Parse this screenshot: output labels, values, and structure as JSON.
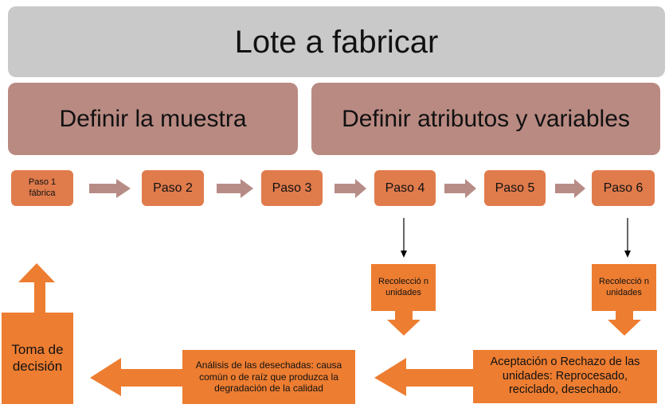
{
  "title": "Lote a fabricar",
  "sections": [
    "Definir la muestra",
    "Definir atributos y variables"
  ],
  "steps": [
    {
      "line1": "Paso 1",
      "line2": "fábrica"
    },
    {
      "label": "Paso 2"
    },
    {
      "label": "Paso 3"
    },
    {
      "label": "Paso 4"
    },
    {
      "label": "Paso 5"
    },
    {
      "label": "Paso 6"
    }
  ],
  "collection": [
    "Recolecció n unidades",
    "Recolecció n unidades"
  ],
  "acceptance": "Aceptación o Rechazo de las unidades: Reprocesado, reciclado, desechado.",
  "analysis": "Análisis de las desechadas: causa común o de raíz que produzca la degradación de la calidad",
  "decision": "Toma de decisión",
  "colors": {
    "header": "#C9C9C9",
    "band": "#B98A82",
    "step": "#E07B4C",
    "orange": "#ED7D31",
    "connector": "#B78C86"
  }
}
